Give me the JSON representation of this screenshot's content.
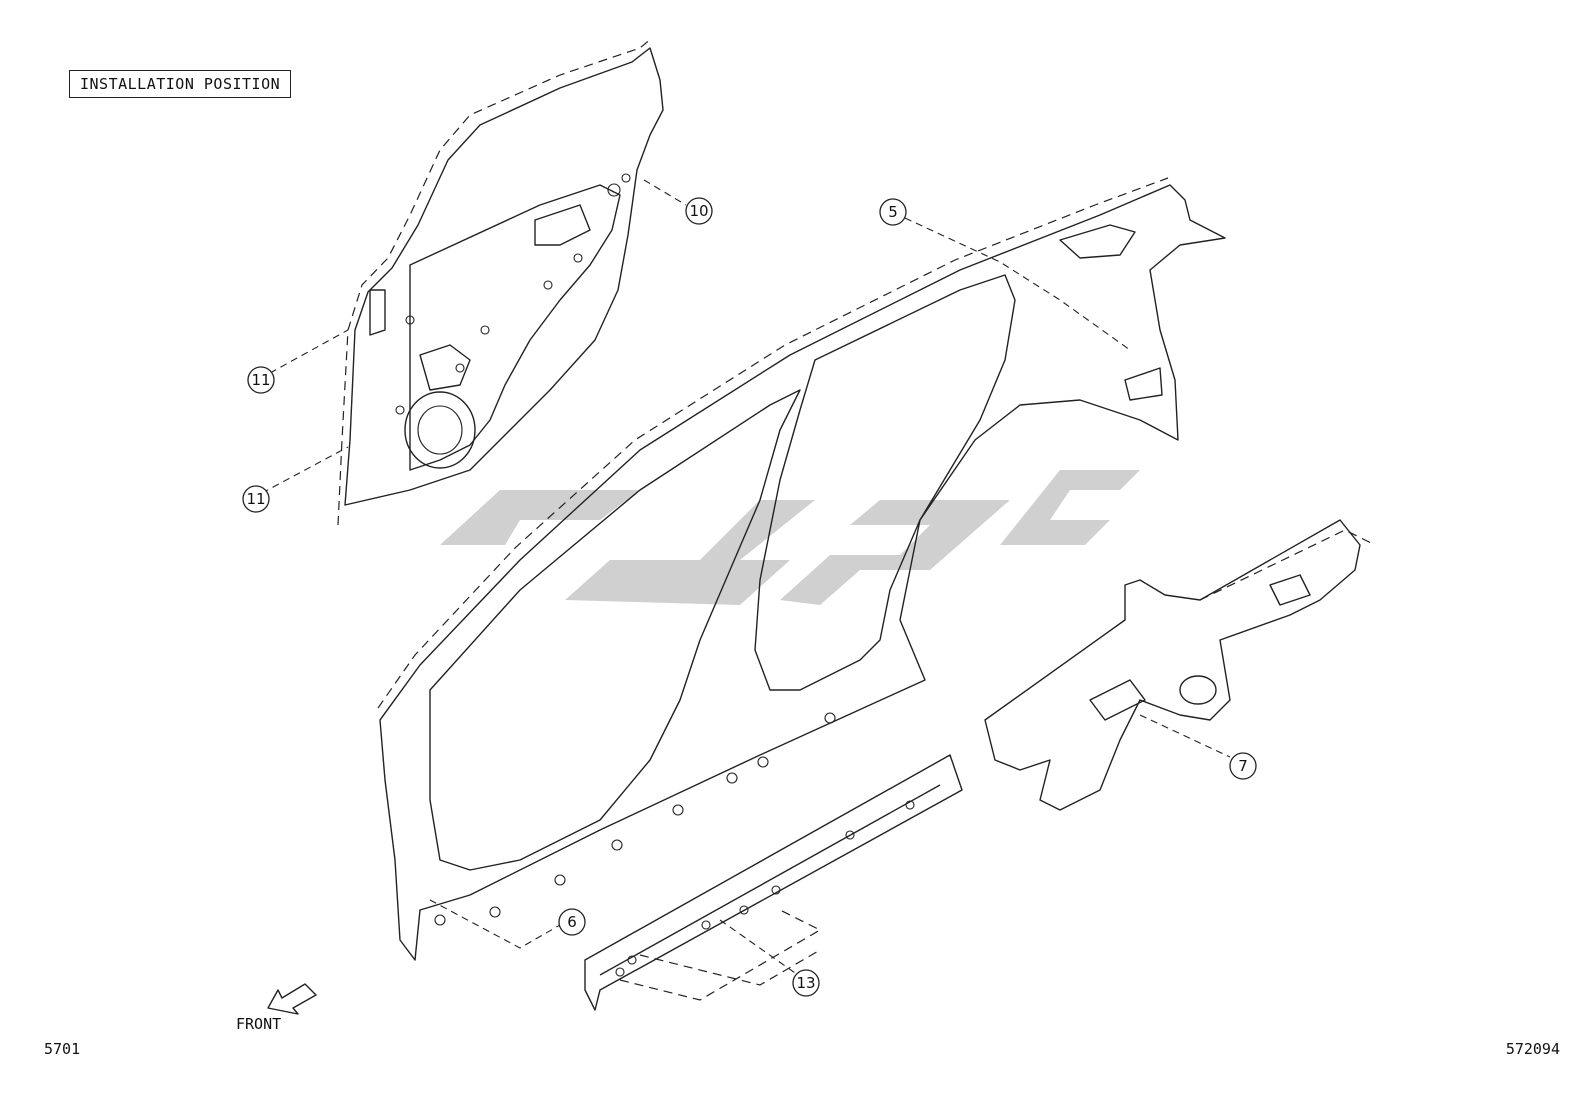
{
  "header": {
    "label": "INSTALLATION POSITION"
  },
  "direction": {
    "label": "FRONT"
  },
  "footer": {
    "left_code": "5701",
    "right_code": "572094"
  },
  "callouts": [
    {
      "id": "c5",
      "text": "5"
    },
    {
      "id": "c6",
      "text": "6"
    },
    {
      "id": "c7",
      "text": "7"
    },
    {
      "id": "c10",
      "text": "10"
    },
    {
      "id": "c11a",
      "text": "11"
    },
    {
      "id": "c11b",
      "text": "11"
    },
    {
      "id": "c13",
      "text": "13"
    }
  ],
  "colors": {
    "line": "#222222",
    "watermark": "#c8c8c8",
    "background": "#ffffff"
  },
  "icons": {
    "front_arrow": "front-arrow-icon"
  }
}
